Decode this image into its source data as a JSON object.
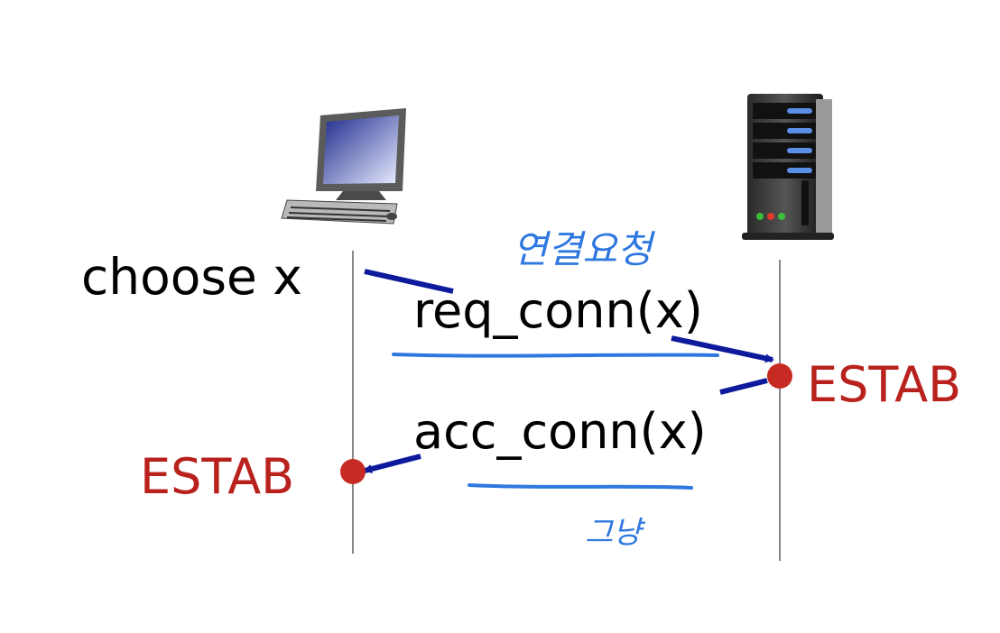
{
  "diagram": {
    "left_event": "choose x",
    "request_msg": "req_conn(x)",
    "response_msg": "acc_conn(x)",
    "server_state": "ESTAB",
    "client_state": "ESTAB",
    "annotation_request": "연결요청",
    "annotation_response": "그냥"
  },
  "colors": {
    "arrow": "#0d1a9c",
    "state": "#b8211c",
    "dot": "#c62a22",
    "handwriting": "#2f78e0",
    "timeline": "#888888"
  },
  "icons": {
    "client": "desktop-computer-icon",
    "server": "server-tower-icon"
  }
}
